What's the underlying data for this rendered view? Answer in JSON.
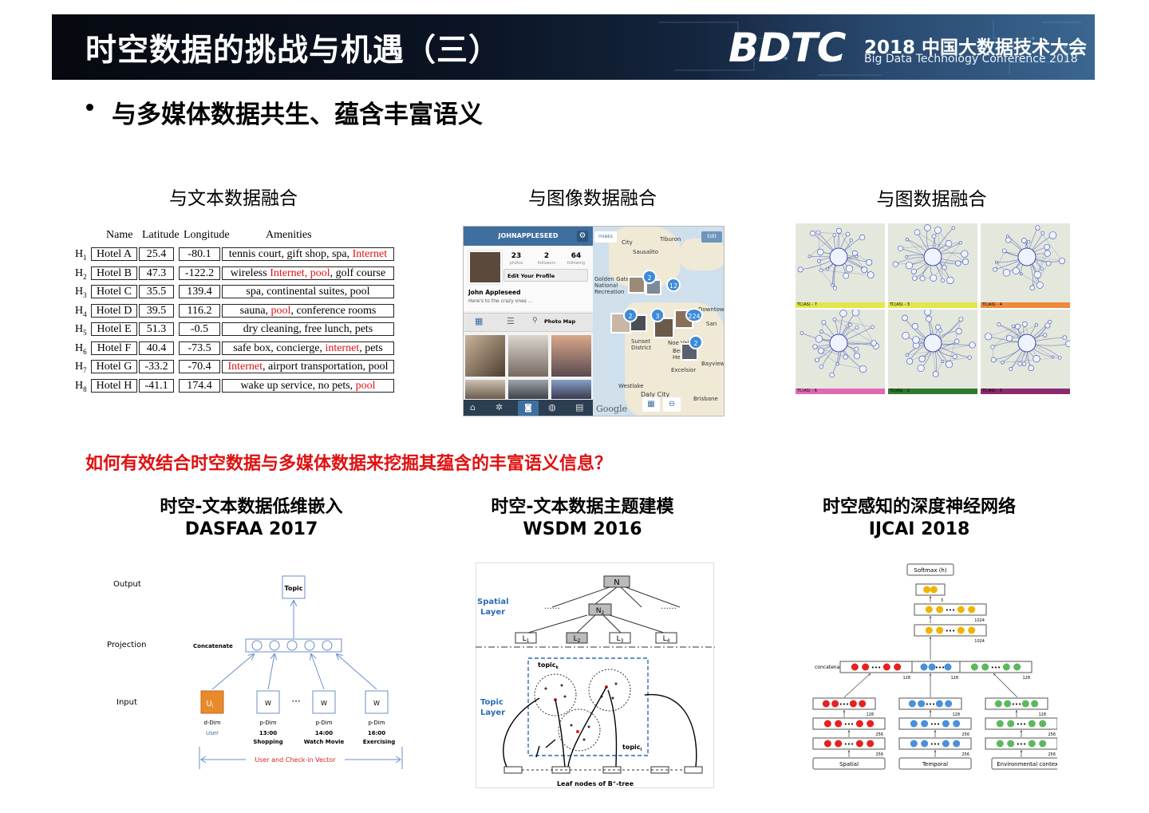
{
  "header": {
    "title": "时空数据的挑战与机遇（三）",
    "logo_text": "BDTC",
    "conf_line1": "2018 中国大数据技术大会",
    "conf_line2": "Big Data Technology Conference 2018"
  },
  "bullet": "与多媒体数据共生、蕴含丰富语义",
  "panels": {
    "text_fusion": "与文本数据融合",
    "image_fusion": "与图像数据融合",
    "graph_fusion": "与图数据融合"
  },
  "hotel_table": {
    "headers": [
      "Name",
      "Latitude",
      "Longitude",
      "Amenities"
    ],
    "rows": [
      {
        "id": "H",
        "sub": "1",
        "name": "Hotel A",
        "lat": "25.4",
        "lon": "-80.1",
        "amen_pre": "tennis court, gift shop, spa, ",
        "amen_red": "Internet",
        "amen_post": ""
      },
      {
        "id": "H",
        "sub": "2",
        "name": "Hotel B",
        "lat": "47.3",
        "lon": "-122.2",
        "amen_pre": "wireless ",
        "amen_red": "Internet, pool",
        "amen_post": ", golf course"
      },
      {
        "id": "H",
        "sub": "3",
        "name": "Hotel C",
        "lat": "35.5",
        "lon": "139.4",
        "amen_pre": "spa, continental suites, pool",
        "amen_red": "",
        "amen_post": ""
      },
      {
        "id": "H",
        "sub": "4",
        "name": "Hotel D",
        "lat": "39.5",
        "lon": "116.2",
        "amen_pre": "sauna, ",
        "amen_red": "pool",
        "amen_post": ", conference rooms"
      },
      {
        "id": "H",
        "sub": "5",
        "name": "Hotel E",
        "lat": "51.3",
        "lon": "-0.5",
        "amen_pre": "dry cleaning, free lunch, pets",
        "amen_red": "",
        "amen_post": ""
      },
      {
        "id": "H",
        "sub": "6",
        "name": "Hotel F",
        "lat": "40.4",
        "lon": "-73.5",
        "amen_pre": "safe box, concierge, ",
        "amen_red": "internet",
        "amen_post": ", pets"
      },
      {
        "id": "H",
        "sub": "7",
        "name": "Hotel G",
        "lat": "-33.2",
        "lon": "-70.4",
        "amen_pre": "",
        "amen_red": "Internet",
        "amen_post": ", airport transportation, pool"
      },
      {
        "id": "H",
        "sub": "8",
        "name": "Hotel H",
        "lat": "-41.1",
        "lon": "174.4",
        "amen_pre": "wake up service, no pets, ",
        "amen_red": "pool",
        "amen_post": ""
      }
    ]
  },
  "instagram": {
    "username": "JOHNAPPLESEED",
    "photos_count": "23",
    "photos_label": "photos",
    "followers_count": "2",
    "followers_label": "followers",
    "following_count": "64",
    "following_label": "following",
    "edit_profile": "Edit Your Profile",
    "name": "John Appleseed",
    "bio": "Here's to the crazy ones ...",
    "photo_map": "Photo Map",
    "map_edit": "Edit",
    "map_user": "mieks",
    "google": "Google",
    "map_labels": [
      "City",
      "Tiburon",
      "Sausalito",
      "Golden Gate National Recreation",
      "Downtown",
      "San",
      "Sunset District",
      "Noe Valley",
      "Bernal Heights",
      "Bayview",
      "Excelsior",
      "Westlake",
      "Daly City",
      "Brisbane"
    ],
    "pins": [
      "2",
      "12",
      "2",
      "3",
      "224",
      "2"
    ]
  },
  "graph_labels": [
    "TC(AS) - 7",
    "TC(AS) - 3",
    "TC(AS) - 4",
    "TC(AS) - 6",
    "TC(AS) - 2",
    "TC(AS) - 5"
  ],
  "colors": {
    "bar_yellow": "#e3e64a",
    "bar_orange": "#ee8a3a",
    "bar_pink": "#e169b4",
    "bar_green": "#2f7a2f",
    "bar_purple": "#8a2a6e",
    "red": "#e01010"
  },
  "question": "如何有效结合时空数据与多媒体数据来挖掘其蕴含的丰富语义信息？",
  "bottom": [
    {
      "title": "时空-文本数据低维嵌入",
      "venue": "DASFAA 2017"
    },
    {
      "title": "时空-文本数据主题建模",
      "venue": "WSDM 2016"
    },
    {
      "title": "时空感知的深度神经网络",
      "venue": "IJCAI 2018"
    }
  ],
  "embed": {
    "output": "Output",
    "projection": "Projection",
    "input": "Input",
    "topic": "Topic",
    "concatenate": "Concatenate",
    "u": "U",
    "u_sub": "i",
    "w": "W",
    "dots": "···",
    "user_dim": "d-Dim",
    "user": "User",
    "p_dim": "p-Dim",
    "times": [
      "13:00",
      "14:00",
      "16:00"
    ],
    "acts": [
      "Shopping",
      "Watch Movie",
      "Exercising"
    ],
    "caption": "User and Check-in Vector"
  },
  "topicmodel": {
    "root": "N",
    "n2": "N",
    "n2_sub": "2",
    "leaves": [
      "L",
      "L",
      "L",
      "L"
    ],
    "leaf_subs": [
      "1",
      "2",
      "3",
      "4"
    ],
    "spatial_layer": "Spatial\nLayer",
    "spatial1": "Spatial",
    "spatial2": "Layer",
    "topic1": "Topic",
    "topic2": "Layer",
    "topic_k": "topic",
    "topic_k_sub": "k",
    "topic_l": "topic",
    "topic_l_sub": "l",
    "leaf_caption": "Leaf nodes of B",
    "leaf_caption_sup": "+",
    "leaf_caption_end": "-tree"
  },
  "dnn": {
    "softmax": "Softmax (h)",
    "concatenate": "concatenate",
    "n3": "3",
    "n1024a": "1024",
    "n1024b": "1024",
    "n128": "128",
    "n256": "256",
    "inputs": [
      "Spatial",
      "Temporal",
      "Environmental context"
    ],
    "dots": "•••"
  }
}
